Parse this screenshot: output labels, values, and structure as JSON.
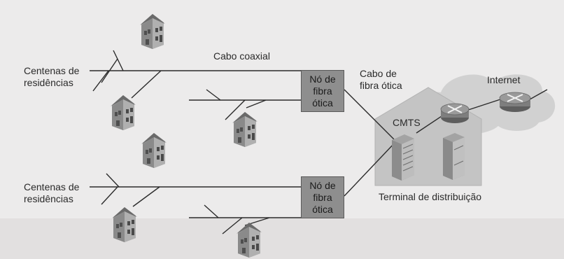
{
  "labels": {
    "residences_top_line1": "Centenas de",
    "residences_top_line2": "residências",
    "residences_bottom_line1": "Centenas de",
    "residences_bottom_line2": "residências",
    "coax": "Cabo coaxial",
    "fiber_line1": "Cabo de",
    "fiber_line2": "fibra ótica",
    "cmts": "CMTS",
    "internet": "Internet",
    "headend": "Terminal de distribuição"
  },
  "nodes": [
    {
      "line1": "Nó de",
      "line2": "fibra",
      "line3": "ótica"
    },
    {
      "line1": "Nó de",
      "line2": "fibra",
      "line3": "ótica"
    }
  ],
  "colors": {
    "line": "#2b2b2b",
    "node_fill": "#8e8e8e",
    "building_fill": "#c9c9c9",
    "cloud_fill": "#cfcfcf",
    "router_fill": "#8a8a8a",
    "house_wall": "#9a9a9a",
    "house_roof": "#6e6e6e"
  },
  "icons": [
    "house-icon",
    "router-icon",
    "server-icon",
    "headend-building-icon",
    "internet-cloud"
  ]
}
